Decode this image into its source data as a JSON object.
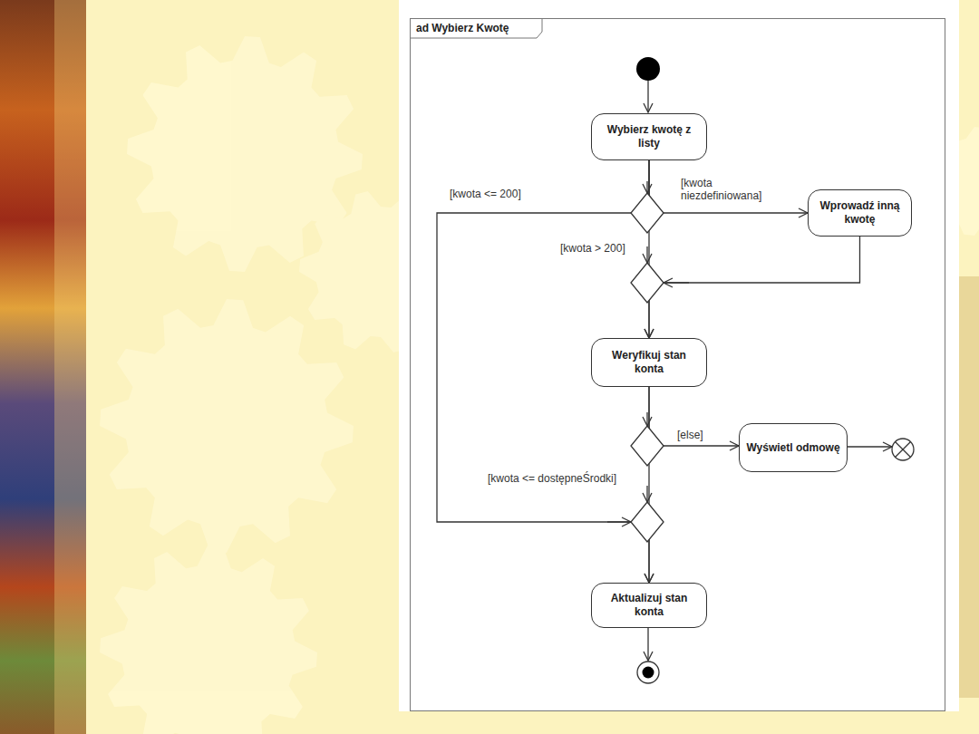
{
  "diagram": {
    "nodes": [
      {
        "text": [
          "ad Wybierz Kwotę"
        ]
      },
      {
        "text": [
          "Wybierz kwotę z listy"
        ],
        "in": 0
      },
      {
        "text": [
          "Wprowadź inną kwotę"
        ],
        "in": 0
      },
      {
        "text": [
          "Weryfikuj stan konta"
        ],
        "in": 0
      },
      {
        "text": [
          "Wyświetl odmowę"
        ],
        "in": 0
      },
      {
        "text": [
          "Aktualizuj stan konta"
        ],
        "in": 0
      }
    ],
    "edges": [
      {
        "from": 1,
        "to": 2,
        "arrow": "to",
        "label": "[kwota niezdefiniowana]"
      },
      {
        "from": 1,
        "to": 3,
        "arrow": "to",
        "label": "[kwota > 200]"
      },
      {
        "from": 2,
        "to": 3,
        "arrow": "to"
      },
      {
        "from": 1,
        "to": 5,
        "arrow": "to",
        "label": "[kwota <= 200]"
      },
      {
        "from": 3,
        "to": 4,
        "arrow": "to",
        "label": "[else]"
      },
      {
        "from": 3,
        "to": 5,
        "arrow": "to",
        "label": "[kwota <= dostępneŚrodki]"
      }
    ]
  }
}
